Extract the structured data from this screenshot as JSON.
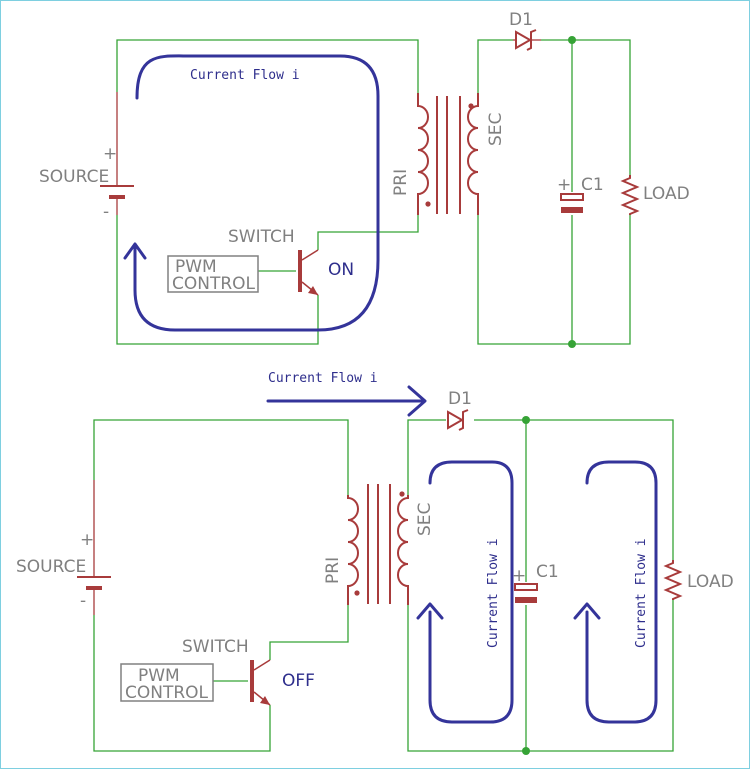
{
  "colors": {
    "border": "#7ecfe0",
    "wire": "#36a336",
    "component": "#a83b3b",
    "flow": "#34349a",
    "label": "#808080"
  },
  "top": {
    "flow_label": "Current Flow i",
    "source_label": "SOURCE",
    "plus": "+",
    "minus": "-",
    "switch_label": "SWITCH",
    "pwm_line1": "PWM",
    "pwm_line2": "CONTROL",
    "state_label": "ON",
    "pri_label": "PRI",
    "sec_label": "SEC",
    "diode_label": "D1",
    "cap_label": "C1",
    "cap_plus": "+",
    "load_label": "LOAD"
  },
  "bottom": {
    "flow_label": "Current Flow i",
    "flow_label_left": "Current Flow i",
    "flow_label_right": "Current Flow i",
    "source_label": "SOURCE",
    "plus": "+",
    "minus": "-",
    "switch_label": "SWITCH",
    "pwm_line1": "PWM",
    "pwm_line2": "CONTROL",
    "state_label": "OFF",
    "pri_label": "PRI",
    "sec_label": "SEC",
    "diode_label": "D1",
    "cap_label": "C1",
    "cap_plus": "+",
    "load_label": "LOAD"
  }
}
